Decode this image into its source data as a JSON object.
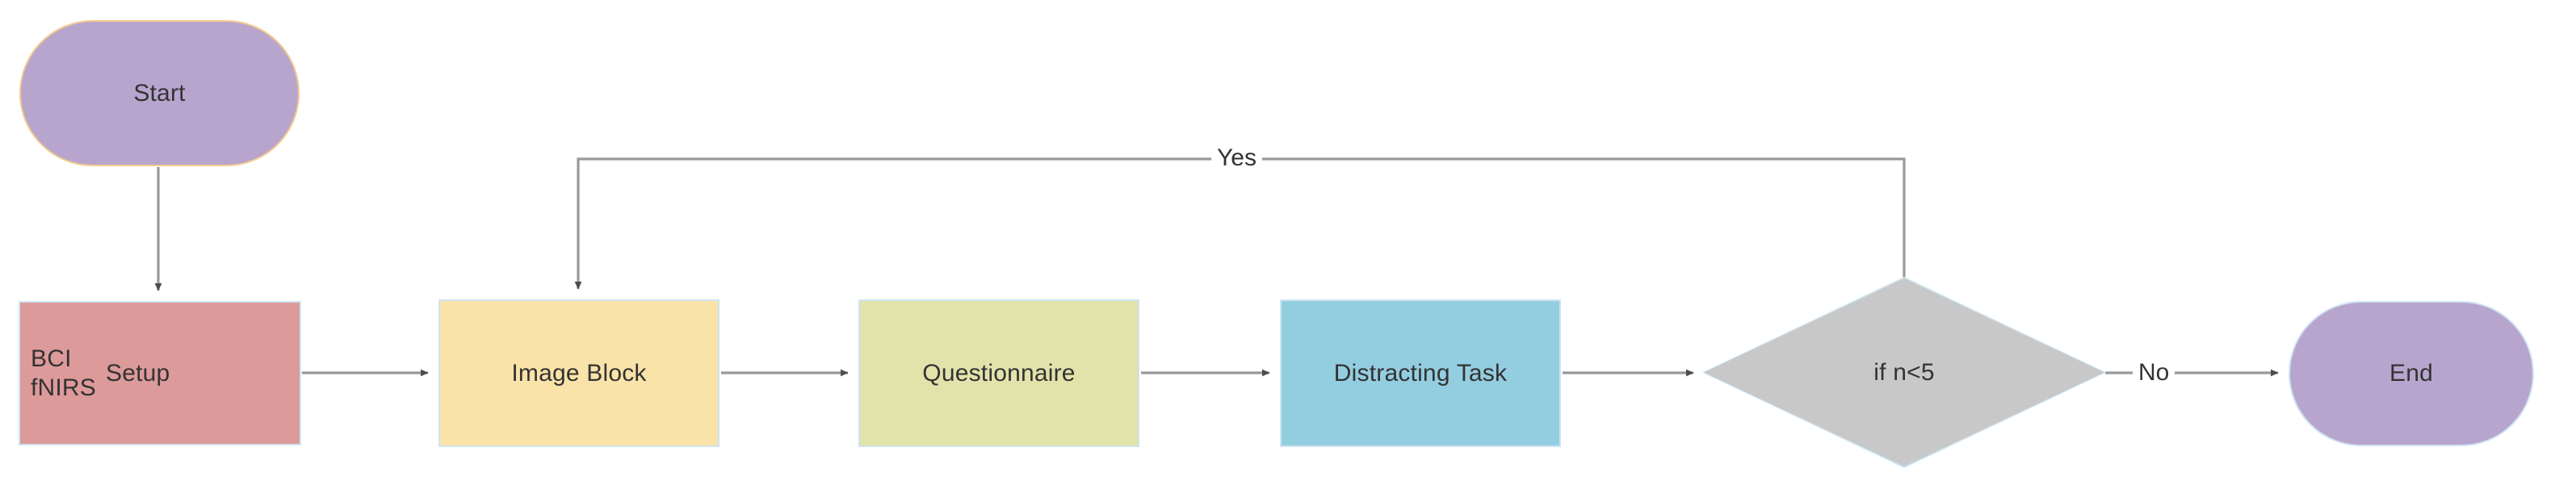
{
  "diagram": {
    "type": "flowchart",
    "orientation": "left-to-right",
    "background_color": "#ffffff",
    "edge_color": "#999999",
    "arrowhead_color": "#4d4d4d",
    "text_color": "#333333",
    "nodes": [
      {
        "id": "start",
        "label": "Start",
        "shape": "stadium",
        "fill": "#b7a5ce",
        "stroke": "#f3cb8d"
      },
      {
        "id": "setup",
        "label": "BCI fNIRS Setup",
        "label_line1": "BCI",
        "label_line2": "fNIRS",
        "label_line3": "Setup",
        "shape": "rectangle",
        "fill": "#dd9a9a",
        "stroke": "#cfe4f2"
      },
      {
        "id": "image",
        "label": "Image Block",
        "shape": "rectangle",
        "fill": "#fae3a9",
        "stroke": "#cfe4f2"
      },
      {
        "id": "questionnaire",
        "label": "Questionnaire",
        "shape": "rectangle",
        "fill": "#e1e3ab",
        "stroke": "#cfe4f2"
      },
      {
        "id": "distract",
        "label": "Distracting Task",
        "shape": "rectangle",
        "fill": "#93cde0",
        "stroke": "#cfe4f2"
      },
      {
        "id": "decision",
        "label": "if n<5",
        "shape": "diamond",
        "fill": "#c8c8c8",
        "stroke": "#cfe4f2"
      },
      {
        "id": "end",
        "label": "End",
        "shape": "stadium",
        "fill": "#b7a5ce",
        "stroke": "#cfe4f2"
      }
    ],
    "edges": [
      {
        "from": "start",
        "to": "setup",
        "label": ""
      },
      {
        "from": "setup",
        "to": "image",
        "label": ""
      },
      {
        "from": "image",
        "to": "questionnaire",
        "label": ""
      },
      {
        "from": "questionnaire",
        "to": "distract",
        "label": ""
      },
      {
        "from": "distract",
        "to": "decision",
        "label": ""
      },
      {
        "from": "decision",
        "to": "image",
        "label": "Yes"
      },
      {
        "from": "decision",
        "to": "end",
        "label": "No"
      }
    ]
  }
}
